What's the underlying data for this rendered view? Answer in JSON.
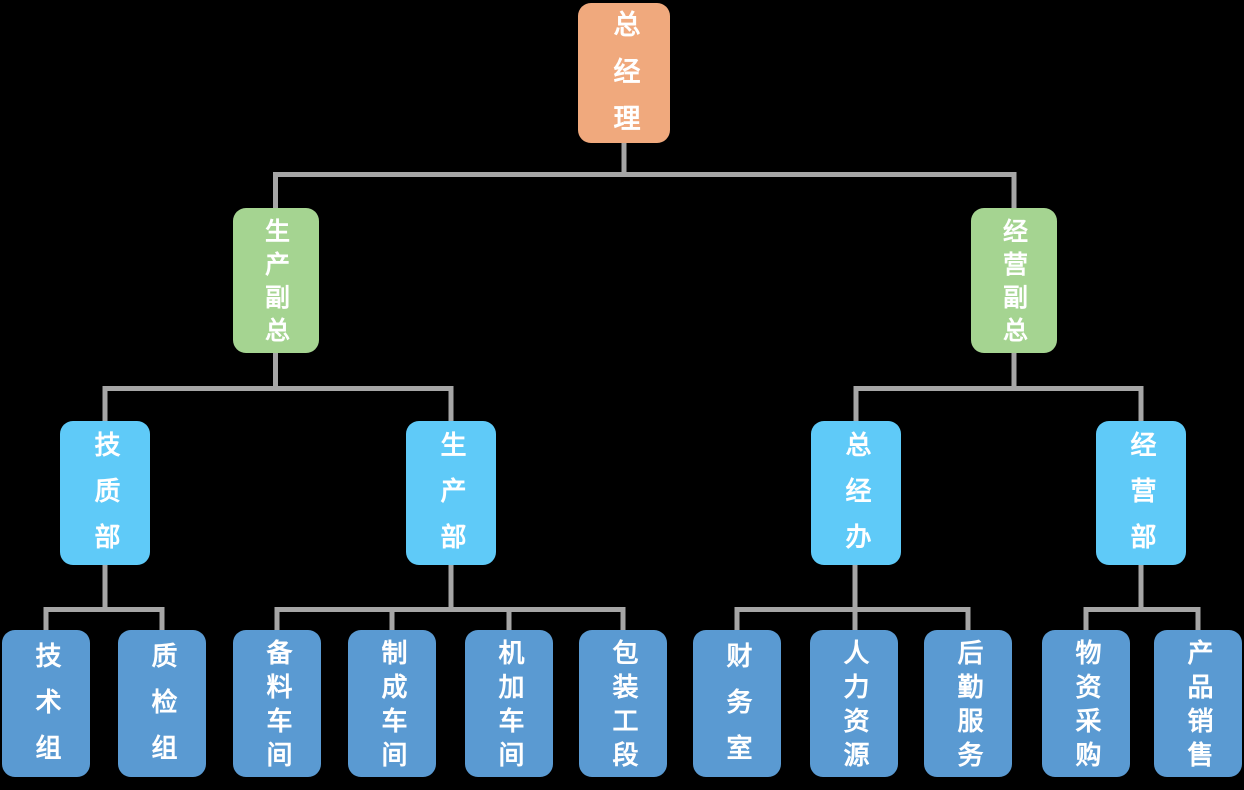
{
  "diagram": {
    "type": "org-chart",
    "colors": {
      "background": "#000000",
      "root_box": "#F0A97D",
      "vp_box": "#A5D491",
      "dept_box": "#5FCAF8",
      "unit_box": "#5A9AD2",
      "connector": "#A6A6A6",
      "text": "#FFFFFF"
    }
  },
  "tree": {
    "label": "总经理",
    "children": [
      {
        "label": "生产副总",
        "children": [
          {
            "label": "技质部",
            "children": [
              {
                "label": "技术组"
              },
              {
                "label": "质检组"
              }
            ]
          },
          {
            "label": "生产部",
            "children": [
              {
                "label": "备料车间"
              },
              {
                "label": "制成车间"
              },
              {
                "label": "机加车间"
              },
              {
                "label": "包装工段"
              }
            ]
          }
        ]
      },
      {
        "label": "经营副总",
        "children": [
          {
            "label": "总经办",
            "children": [
              {
                "label": "财务室"
              },
              {
                "label": "人力资源"
              },
              {
                "label": "后勤服务"
              }
            ]
          },
          {
            "label": "经营部",
            "children": [
              {
                "label": "物资采购"
              },
              {
                "label": "产品销售"
              }
            ]
          }
        ]
      }
    ]
  }
}
